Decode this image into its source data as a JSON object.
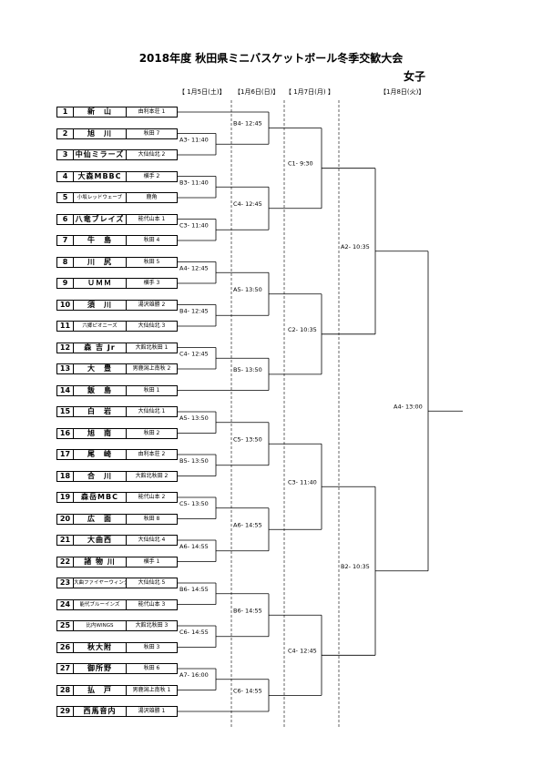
{
  "title": "2018年度 秋田県ミニバスケットボール冬季交歓大会",
  "subtitle": "女子",
  "days": [
    "【 1月5日(土)】",
    "【1月6日(日)】",
    "【 1月7日(月) 】",
    "【1月8日(火)】"
  ],
  "teams": [
    {
      "no": "1",
      "name": "新　山",
      "school": "由利本荘 1"
    },
    {
      "no": "2",
      "name": "旭　川",
      "school": "秋田 7"
    },
    {
      "no": "3",
      "name": "中仙ミラーズ",
      "school": "大仙仙北 2"
    },
    {
      "no": "4",
      "name": "大森MBBC",
      "school": "横手 2"
    },
    {
      "no": "5",
      "name": "小坂レッドウェーブ",
      "school": "鹿角"
    },
    {
      "no": "6",
      "name": "八竜ブレイズ",
      "school": "能代山本 1"
    },
    {
      "no": "7",
      "name": "牛　島",
      "school": "秋田 4"
    },
    {
      "no": "8",
      "name": "川　尻",
      "school": "秋田 5"
    },
    {
      "no": "9",
      "name": "ＵＭＭ",
      "school": "横手 3"
    },
    {
      "no": "10",
      "name": "須　川",
      "school": "湯沢雄勝 2"
    },
    {
      "no": "11",
      "name": "六郷ピオニーズ",
      "school": "大仙仙北 3"
    },
    {
      "no": "12",
      "name": "森 吉 Jr",
      "school": "大館北秋田 1"
    },
    {
      "no": "13",
      "name": "大　豊",
      "school": "男鹿潟上南秋 2"
    },
    {
      "no": "14",
      "name": "飯　島",
      "school": "秋田 1"
    },
    {
      "no": "15",
      "name": "白　岩",
      "school": "大仙仙北 1"
    },
    {
      "no": "16",
      "name": "旭　南",
      "school": "秋田 2"
    },
    {
      "no": "17",
      "name": "尾　崎",
      "school": "由利本荘 2"
    },
    {
      "no": "18",
      "name": "合　川",
      "school": "大館北秋田 2"
    },
    {
      "no": "19",
      "name": "森岳MBC",
      "school": "能代山本 2"
    },
    {
      "no": "20",
      "name": "広　面",
      "school": "秋田 8"
    },
    {
      "no": "21",
      "name": "大曲西",
      "school": "大仙仙北 4"
    },
    {
      "no": "22",
      "name": "諸 物 川",
      "school": "横手 1"
    },
    {
      "no": "23",
      "name": "大曲ファイヤーウィング",
      "school": "大仙仙北 5"
    },
    {
      "no": "24",
      "name": "能代ブルーインズ",
      "school": "能代山本 3"
    },
    {
      "no": "25",
      "name": "比内WINGS",
      "school": "大館北秋田 3"
    },
    {
      "no": "26",
      "name": "秋大附",
      "school": "秋田 3"
    },
    {
      "no": "27",
      "name": "御所野",
      "school": "秋田 6"
    },
    {
      "no": "28",
      "name": "払　戸",
      "school": "男鹿潟上南秋 1"
    },
    {
      "no": "29",
      "name": "西馬音内",
      "school": "湯沢雄勝 1"
    }
  ],
  "games": [
    {
      "label": "B4- 12:45"
    },
    {
      "label": "A3- 11:40"
    },
    {
      "label": "B3- 11:40"
    },
    {
      "label": "C4- 12:45"
    },
    {
      "label": "C3- 11:40"
    },
    {
      "label": "A4- 12:45"
    },
    {
      "label": "A5- 13:50"
    },
    {
      "label": "B4- 12:45"
    },
    {
      "label": "C4- 12:45"
    },
    {
      "label": "B5- 13:50"
    },
    {
      "label": "A5- 13:50"
    },
    {
      "label": "C5- 13:50"
    },
    {
      "label": "B5- 13:50"
    },
    {
      "label": "C5- 13:50"
    },
    {
      "label": "A6- 14:55"
    },
    {
      "label": "A6- 14:55"
    },
    {
      "label": "B6- 14:55"
    },
    {
      "label": "B6- 14:55"
    },
    {
      "label": "C6- 14:55"
    },
    {
      "label": "A7- 16:00"
    },
    {
      "label": "C6- 14:55"
    },
    {
      "label": "C1- 9:30"
    },
    {
      "label": "C2- 10:35"
    },
    {
      "label": "C3- 11:40"
    },
    {
      "label": "C4- 12:45"
    },
    {
      "label": "A2- 10:35"
    },
    {
      "label": "B2- 10:35"
    },
    {
      "label": "A4- 13:00"
    }
  ]
}
